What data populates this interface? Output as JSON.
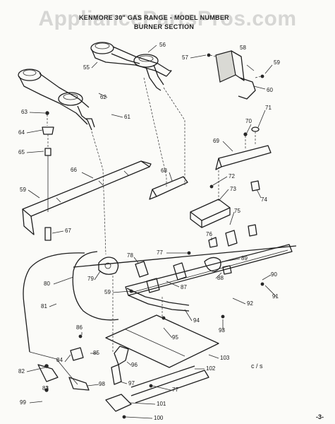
{
  "watermark": "AppliancePartsPros.com",
  "title_line1": "KENMORE 30\" GAS RANGE - MODEL NUMBER",
  "title_line2": "BURNER SECTION",
  "drawing_code": "c / s",
  "page_number": "-3-",
  "part_labels": {
    "p55": "55",
    "p56": "56",
    "p57": "57",
    "p58": "58",
    "p59a": "59",
    "p59b": "59",
    "p59c": "59",
    "p60": "60",
    "p61": "61",
    "p62": "62",
    "p63": "63",
    "p64": "64",
    "p65": "65",
    "p66": "66",
    "p67": "67",
    "p68": "68",
    "p69": "69",
    "p70": "70",
    "p71": "71",
    "p72": "72",
    "p73": "73",
    "p74": "74",
    "p75": "75",
    "p76": "76",
    "p77a": "77",
    "p77b": "77",
    "p78": "78",
    "p79": "79",
    "p80": "80",
    "p81": "81",
    "p82": "82",
    "p83": "83",
    "p84": "84",
    "p85": "85",
    "p86": "86",
    "p87": "87",
    "p88": "88",
    "p89": "89",
    "p90": "90",
    "p91": "91",
    "p92": "92",
    "p93": "93",
    "p94": "94",
    "p95": "95",
    "p96": "96",
    "p97": "97",
    "p98": "98",
    "p99": "99",
    "p100": "100",
    "p101": "101",
    "p102": "102",
    "p103": "103"
  }
}
